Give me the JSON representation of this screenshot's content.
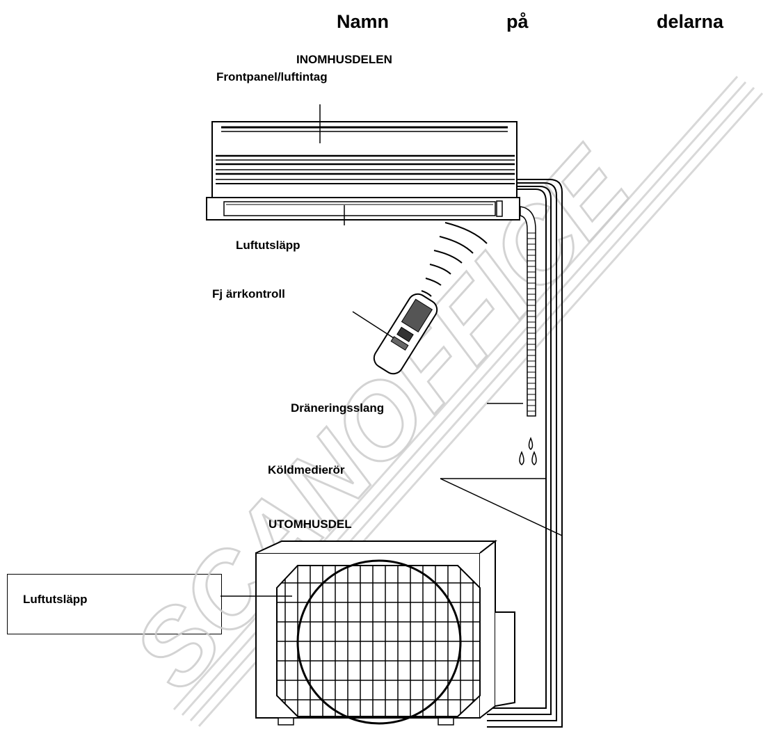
{
  "title": {
    "word1": "Namn",
    "word2": "på",
    "word3": "delarna"
  },
  "labels": {
    "indoor_unit": "INOMHUSDELEN",
    "front_panel": "Frontpanel/luftintag",
    "air_outlet_indoor": "Luftutsläpp",
    "remote_control": "Fj ärrkontroll",
    "drain_hose": "Dräneringsslang",
    "refrigerant_pipe": "Köldmedierör",
    "outdoor_unit": "UTOMHUSDEL",
    "air_outlet_outdoor": "Luftutsläpp"
  },
  "watermark": "SCANOFFICE",
  "colors": {
    "ink": "#000000",
    "watermark": "#c8c8c8",
    "background": "#ffffff"
  }
}
